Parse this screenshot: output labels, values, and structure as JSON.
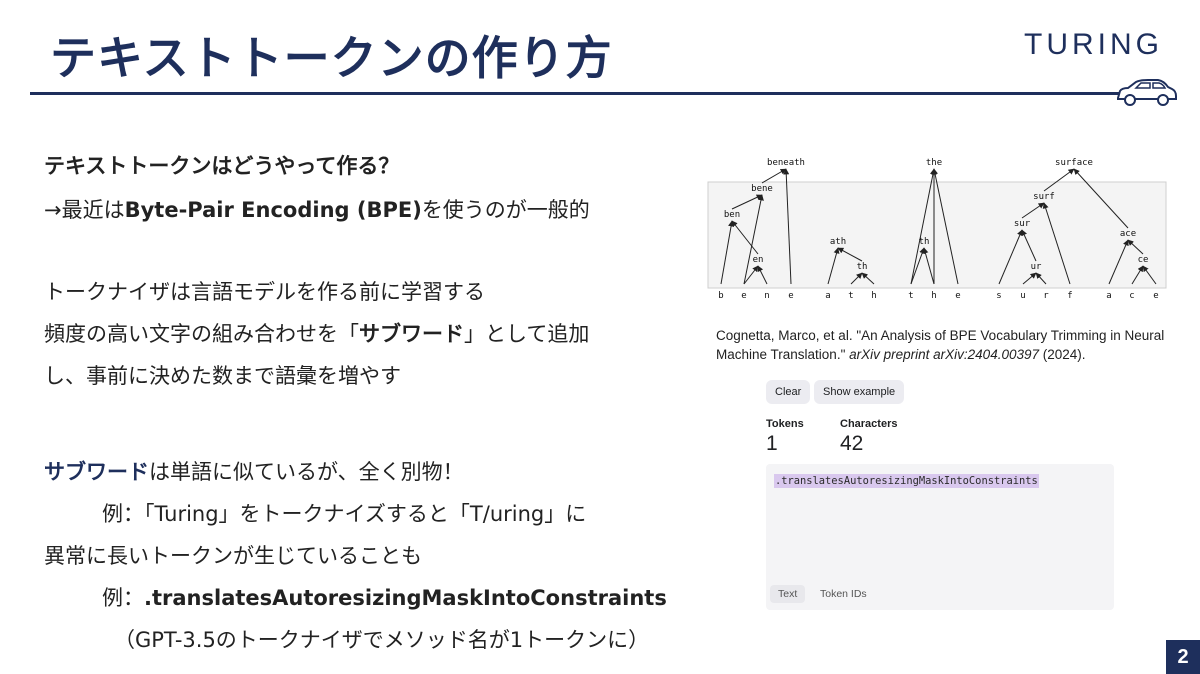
{
  "slide": {
    "title": "テキストトークンの作り方",
    "logo": "TURING",
    "page_number": "2"
  },
  "body": {
    "q": "テキストトークンはどうやって作る？",
    "a_pre": "→最近は",
    "a_bold": "Byte-Pair Encoding (BPE)",
    "a_post": "を使うのが一般的",
    "p1": "トークナイザは言語モデルを作る前に学習する",
    "p2_pre": "頻度の高い文字の組み合わせを「",
    "p2_bold": "サブワード",
    "p2_post": "」として追加",
    "p3": "し、事前に決めた数まで語彙を増やす",
    "s1_bold": "サブワード",
    "s1_post": "は単語に似ているが、全く別物！",
    "e1": "例：「Turing」をトークナイズすると「T/uring」に",
    "e2": "異常に長いトークンが生じていることも",
    "e3_pre": "例：",
    "e3_bold": ".translatesAutoresizingMaskIntoConstraints",
    "e4": "（GPT-3.5のトークナイザでメソッド名が1トークンに）"
  },
  "citation": {
    "text": "Cognetta, Marco, et al. \"An Analysis of BPE Vocabulary Trimming in Neural Machine Translation.\"",
    "venue": "arXiv preprint arXiv:2404.00397",
    "year": "(2024)."
  },
  "tree": {
    "letters": [
      "b",
      "e",
      "n",
      "e",
      "a",
      "t",
      "h",
      "t",
      "h",
      "e",
      "s",
      "u",
      "r",
      "f",
      "a",
      "c",
      "e"
    ],
    "nodes": [
      "beneath",
      "the",
      "surface",
      "bene",
      "surf",
      "ben",
      "ath",
      "th",
      "sur",
      "ace",
      "en",
      "th",
      "ur",
      "ce"
    ]
  },
  "tokenizer": {
    "clear_label": "Clear",
    "example_label": "Show example",
    "tokens_label": "Tokens",
    "tokens_value": "1",
    "chars_label": "Characters",
    "chars_value": "42",
    "input_text": ".translatesAutoresizingMaskIntoConstraints",
    "tab_text": "Text",
    "tab_ids": "Token IDs"
  }
}
